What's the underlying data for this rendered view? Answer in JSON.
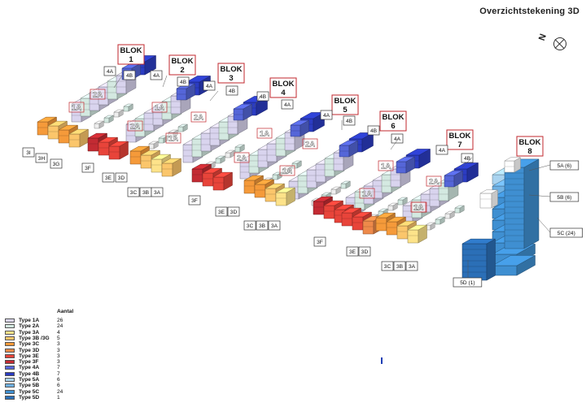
{
  "title": "Overzichtstekening 3D",
  "compass": {
    "north_label": "N"
  },
  "blocks": [
    {
      "label": "BLOK\n1",
      "l1": "BLOK",
      "l2": "1"
    },
    {
      "label": "BLOK\n2",
      "l1": "BLOK",
      "l2": "2"
    },
    {
      "label": "BLOK\n3",
      "l1": "BLOK",
      "l2": "3"
    },
    {
      "label": "BLOK\n4",
      "l1": "BLOK",
      "l2": "4"
    },
    {
      "label": "BLOK\n5",
      "l1": "BLOK",
      "l2": "5"
    },
    {
      "label": "BLOK\n6",
      "l1": "BLOK",
      "l2": "6"
    },
    {
      "label": "BLOK\n7",
      "l1": "BLOK",
      "l2": "7"
    },
    {
      "label": "BLOK\n8",
      "l1": "BLOK",
      "l2": "8"
    }
  ],
  "tags": [
    "4A",
    "4B",
    "4A",
    "4B",
    "4A",
    "4B",
    "4B",
    "4A",
    "4A",
    "4B",
    "4B",
    "4A",
    "4A",
    "4B",
    "3I",
    "3H",
    "3G",
    "3F",
    "3E",
    "3D",
    "3C",
    "3B",
    "3A",
    "3F",
    "3E",
    "3D",
    "3C",
    "3B",
    "3A",
    "3F",
    "3E",
    "3D",
    "3C",
    "3B",
    "3A",
    "5A (6)",
    "5B (6)",
    "5C (24)",
    "5D (1)"
  ],
  "unit_labels": [
    "2A",
    "1A",
    "2A",
    "1A",
    "1A",
    "2A",
    "2A",
    "1A",
    "2A",
    "1A",
    "1A",
    "2A",
    "1A",
    "2A",
    "1A"
  ],
  "legend": {
    "header": "Aantal",
    "items": [
      {
        "name": "Type 1A",
        "count": "26",
        "color": "#d9d4ee"
      },
      {
        "name": "Type 2A",
        "count": "24",
        "color": "#d4e9e1"
      },
      {
        "name": "Type 3A",
        "count": "4",
        "color": "#fde38a"
      },
      {
        "name": "Type 3B /3G",
        "count": "5",
        "color": "#fbc66b"
      },
      {
        "name": "Type 3C",
        "count": "3",
        "color": "#f59a3a"
      },
      {
        "name": "Type 3D",
        "count": "3",
        "color": "#ee8a4a"
      },
      {
        "name": "Type 3E",
        "count": "3",
        "color": "#e8443a"
      },
      {
        "name": "Type 3F",
        "count": "3",
        "color": "#c32b33"
      },
      {
        "name": "Type 4A",
        "count": "7",
        "color": "#5566d8"
      },
      {
        "name": "Type 4B",
        "count": "7",
        "color": "#2b3cc2"
      },
      {
        "name": "Type 5A",
        "count": "6",
        "color": "#a9d3ef"
      },
      {
        "name": "Type 5B",
        "count": "6",
        "color": "#6fb1e3"
      },
      {
        "name": "Type 5C",
        "count": "24",
        "color": "#3f8fd1"
      },
      {
        "name": "Type 5D",
        "count": "1",
        "color": "#2b6fb7"
      }
    ]
  }
}
